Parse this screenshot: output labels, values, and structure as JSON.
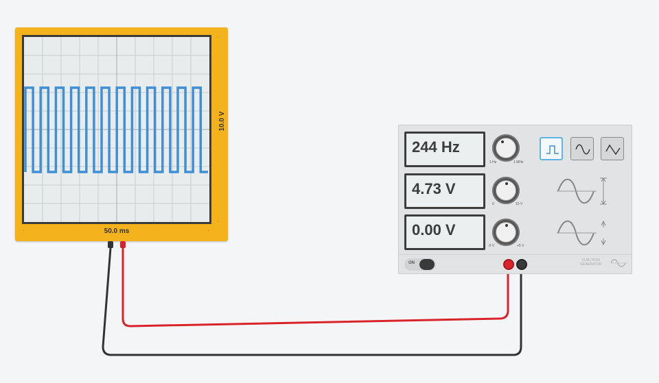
{
  "oscilloscope": {
    "volts_per_div_label": "10.0 V",
    "time_per_div_label": "50.0 ms",
    "trace_color": "#3f8fd7",
    "frame_color": "#f4b31c"
  },
  "function_generator": {
    "frequency_display": "244 Hz",
    "amplitude_display": "4.73 V",
    "offset_display": "0.00 V",
    "freq_knob_min": "1 Hz",
    "freq_knob_max": "1 MHz",
    "amp_knob_min": "0",
    "amp_knob_max": "10 V",
    "offset_knob_min": "-5 V",
    "offset_knob_max": "+5 V",
    "waveforms": [
      {
        "name": "square",
        "icon": "square-wave-icon",
        "active": true
      },
      {
        "name": "sine",
        "icon": "sine-wave-icon",
        "active": false
      },
      {
        "name": "triangle",
        "icon": "triangle-wave-icon",
        "active": false
      }
    ],
    "power_label": "ON",
    "brand_line1": "FUNCTION",
    "brand_line2": "GENERATOR"
  },
  "wires": {
    "positive_color": "#d9232a",
    "negative_color": "#333333"
  }
}
